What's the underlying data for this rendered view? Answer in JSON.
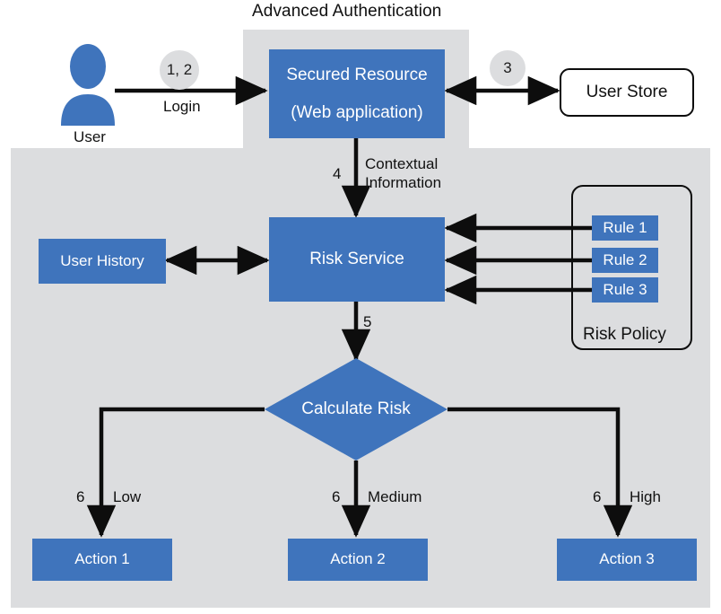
{
  "diagram": {
    "title": "Advanced Authentication",
    "colors": {
      "accent_blue": "#3f74bc",
      "panel_grey": "#dcdddf",
      "line_black": "#0d0d0d",
      "box_white": "#ffffff"
    },
    "nodes": {
      "user": {
        "label": "User",
        "icon": "user-avatar-icon"
      },
      "secured_resource": {
        "line1": "Secured Resource",
        "line2": "(Web application)"
      },
      "user_store": {
        "label": "User Store"
      },
      "risk_service": {
        "label": "Risk Service"
      },
      "user_history": {
        "label": "User History"
      },
      "risk_policy": {
        "label": "Risk Policy",
        "rules": [
          "Rule 1",
          "Rule 2",
          "Rule 3"
        ]
      },
      "calculate_risk": {
        "label": "Calculate Risk"
      },
      "actions": [
        {
          "label": "Action 1",
          "risk": "Low",
          "step": "6"
        },
        {
          "label": "Action 2",
          "risk": "Medium",
          "step": "6"
        },
        {
          "label": "Action 3",
          "risk": "High",
          "step": "6"
        }
      ]
    },
    "edges": {
      "login": {
        "badge": "1, 2",
        "label": "Login"
      },
      "user_store_link": {
        "badge": "3"
      },
      "contextual": {
        "step": "4",
        "line1": "Contextual",
        "line2": "Information"
      },
      "risk_to_decision": {
        "step": "5"
      }
    }
  }
}
